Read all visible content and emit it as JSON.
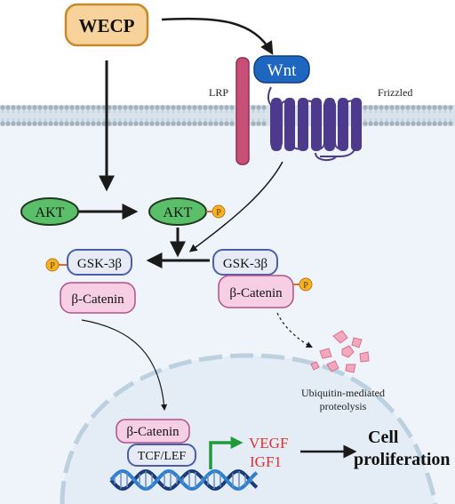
{
  "nodes": {
    "wecp": "WECP",
    "wnt": "Wnt",
    "lrp": "LRP",
    "frizzled": "Frizzled",
    "akt_left": "AKT",
    "akt_right": "AKT",
    "gsk_left": "GSK-3β",
    "gsk_right": "GSK-3β",
    "bcat_left": "β-Catenin",
    "bcat_right": "β-Catenin",
    "bcat_nucleus": "β-Catenin",
    "tcf_lef": "TCF/LEF",
    "vegf": "VEGF",
    "igf1": "IGF1",
    "ubiquitin_line1": "Ubiquitin-mediated",
    "ubiquitin_line2": "proteolysis",
    "cell_line1": "Cell",
    "cell_line2": "proliferation",
    "phos": "P"
  },
  "colors": {
    "wecp_fill": "#f7d39b",
    "wecp_stroke": "#c78a2a",
    "wnt_fill": "#1f66c1",
    "akt_fill": "#5bbf6a",
    "gsk_fill": "#e6ebf6",
    "gsk_stroke": "#4a5fa8",
    "bcat_fill": "#f7cfe4",
    "bcat_stroke": "#b2508a",
    "phos_fill": "#f5b324",
    "membrane_head": "#9fb0bd",
    "lrp_fill": "#c85078",
    "frizzled_fill": "#4d3a8c",
    "cyto_fill": "#eef4f9",
    "nucleus_fill": "#e4edf5",
    "arrow_green": "#1f9a3a",
    "gene_red": "#e03030",
    "debris": "#f4a8bd"
  }
}
